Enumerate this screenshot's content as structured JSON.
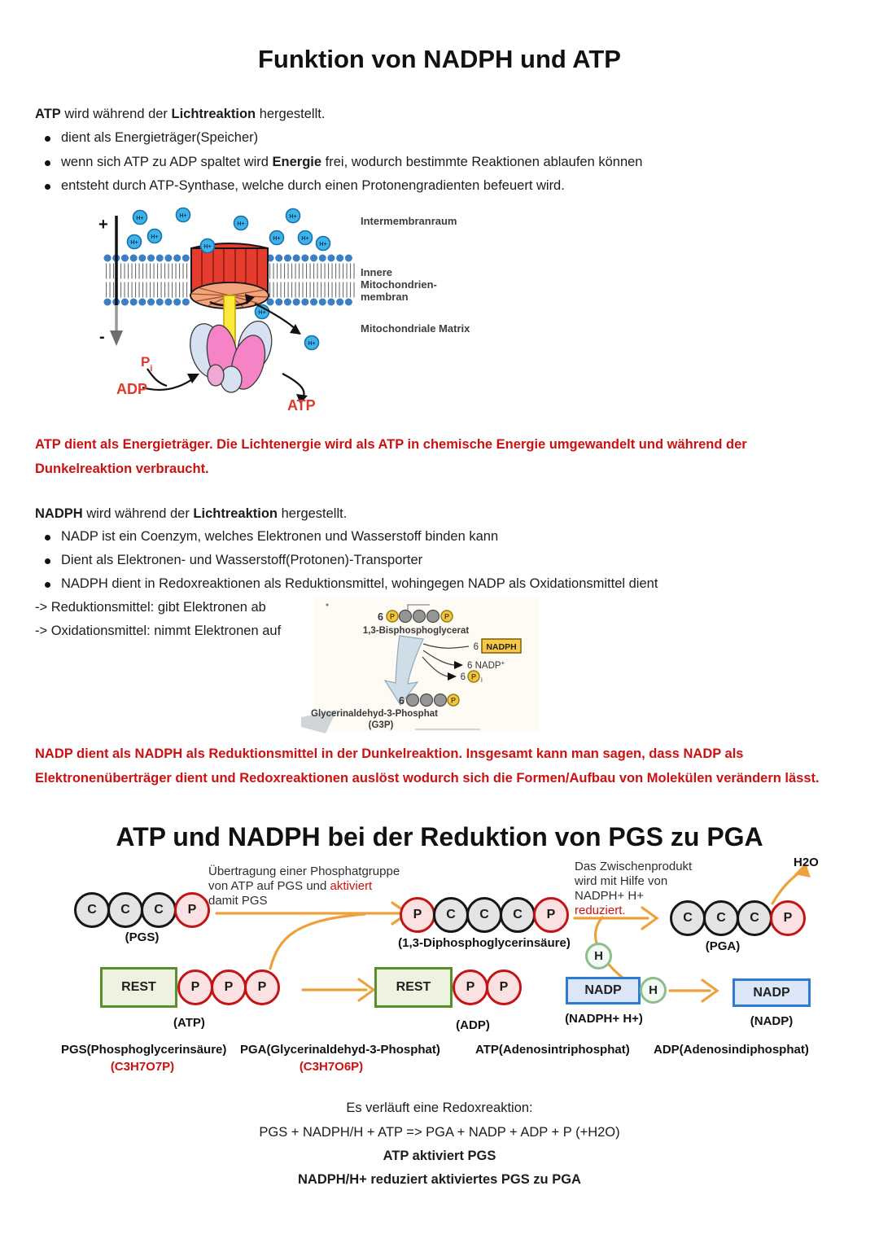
{
  "title": "Funktion von NADPH und ATP",
  "atp": {
    "intro_bold1": "ATP",
    "intro_text1": " wird während der ",
    "intro_bold2": "Lichtreaktion",
    "intro_text2": " hergestellt.",
    "bullet1": "dient als Energieträger(Speicher)",
    "bullet2_pre": "wenn sich ATP zu ADP spaltet wird ",
    "bullet2_bold": "Energie",
    "bullet2_post": " frei, wodurch bestimmte Reaktionen ablaufen können",
    "bullet3": "entsteht durch ATP-Synthase, welche durch einen Protonengradienten befeuert wird.",
    "note": "ATP dient als Energieträger. Die Lichtenergie wird als ATP in chemische Energie umgewandelt und während der Dunkelreaktion verbraucht."
  },
  "mito": {
    "plus": "+",
    "minus": "-",
    "h": "H+",
    "intermembrane": "Intermembranraum",
    "membrane_l1": "Innere",
    "membrane_l2": "Mitochondrien-",
    "membrane_l3": "membran",
    "matrix": "Mitochondriale Matrix",
    "p": "P",
    "p_sub": "i",
    "adp": "ADP",
    "atp": "ATP"
  },
  "nadph": {
    "intro_bold1": "NADPH",
    "intro_text1": " wird während der ",
    "intro_bold2": "Lichtreaktion",
    "intro_text2": " hergestellt.",
    "bullet1": "NADP ist ein Coenzym, welches Elektronen und Wasserstoff binden kann",
    "bullet2": "Dient als Elektronen- und Wasserstoff(Protonen)-Transporter",
    "bullet3": "NADPH dient in Redoxreaktionen als Reduktionsmittel, wohingegen NADP als Oxidationsmittel dient",
    "arrow1": "-> Reduktionsmittel: gibt Elektronen ab",
    "arrow2": "-> Oxidationsmittel: nimmt Elektronen auf",
    "note": "NADP dient als NADPH als Reduktionsmittel in der Dunkelreaktion. Insgesamt kann man sagen, dass NADP als Elektronenüberträger dient und Redoxreaktionen auslöst wodurch sich die Formen/Aufbau von Molekülen verändern lässt."
  },
  "g3p": {
    "six": "6",
    "p": "P",
    "p_sub": "i",
    "top_label": "1,3-Bisphosphoglycerat",
    "nadph": "NADPH",
    "nadp": "6 NADP",
    "nadp_sup": "+",
    "bottom_label": "Glycerinaldehyd-3-Phosphat",
    "bottom_label2": "(G3P)"
  },
  "title2": "ATP und NADPH bei der Reduktion von PGS zu PGA",
  "reaction": {
    "c": "C",
    "p": "P",
    "h": "H",
    "rest": "REST",
    "nadp": "NADP",
    "ann1_l1": "Übertragung einer Phosphatgruppe",
    "ann1_l2": "von ATP auf PGS und ",
    "ann1_red": "aktiviert",
    "ann1_l3": "damit PGS",
    "ann2_l1": "Das Zwischenprodukt",
    "ann2_l2": "wird mit Hilfe von",
    "ann2_l3": "NADPH+ H+",
    "ann2_red": "reduziert.",
    "h2o": "H2O",
    "pgs_label": "(PGS)",
    "dpg_label": "(1,3-Diphosphoglycerinsäure)",
    "pga_label": "(PGA)",
    "atp_label": "(ATP)",
    "adp_label": "(ADP)",
    "nadph_label": "(NADPH+ H+)",
    "nadp_label": "(NADP)"
  },
  "legend": {
    "pgs": "PGS(Phosphoglycerinsäure)",
    "pgs_formula": "(C3H7O7P)",
    "pga": "PGA(Glycerinaldehyd-3-Phosphat)",
    "pga_formula": "(C3H7O6P)",
    "atp": "ATP(Adenosintriphosphat)",
    "adp": "ADP(Adenosindiphosphat)"
  },
  "footer": {
    "l1": "Es verläuft eine Redoxreaktion:",
    "l2": "PGS + NADPH/H + ATP => PGA + NADP + ADP + P (+H2O)",
    "l3": "ATP aktiviert PGS",
    "l4": "NADPH/H+ reduziert aktiviertes PGS zu PGA"
  },
  "colors": {
    "accent_red_text": "#cc1111",
    "arrow_orange": "#eda13c",
    "rest_green_border": "#5a8f2d",
    "nadp_blue_border": "#2d7bd3",
    "p_circle_border": "#c21414"
  }
}
